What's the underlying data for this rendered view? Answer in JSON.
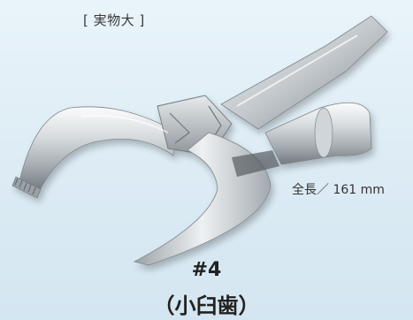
{
  "labels": {
    "scale_note": "[ 実物大 ]",
    "total_length": "全長／ 161 mm",
    "model_number": "#4",
    "model_name": "（小臼歯）"
  },
  "image": {
    "subject": "dental extraction forceps",
    "icon": "forceps-illustration"
  },
  "colors": {
    "background": "#e2eff7",
    "steel_light": "#f4f6f7",
    "steel_mid": "#b9bfc3",
    "steel_dark": "#6e757a",
    "text": "#222222"
  }
}
